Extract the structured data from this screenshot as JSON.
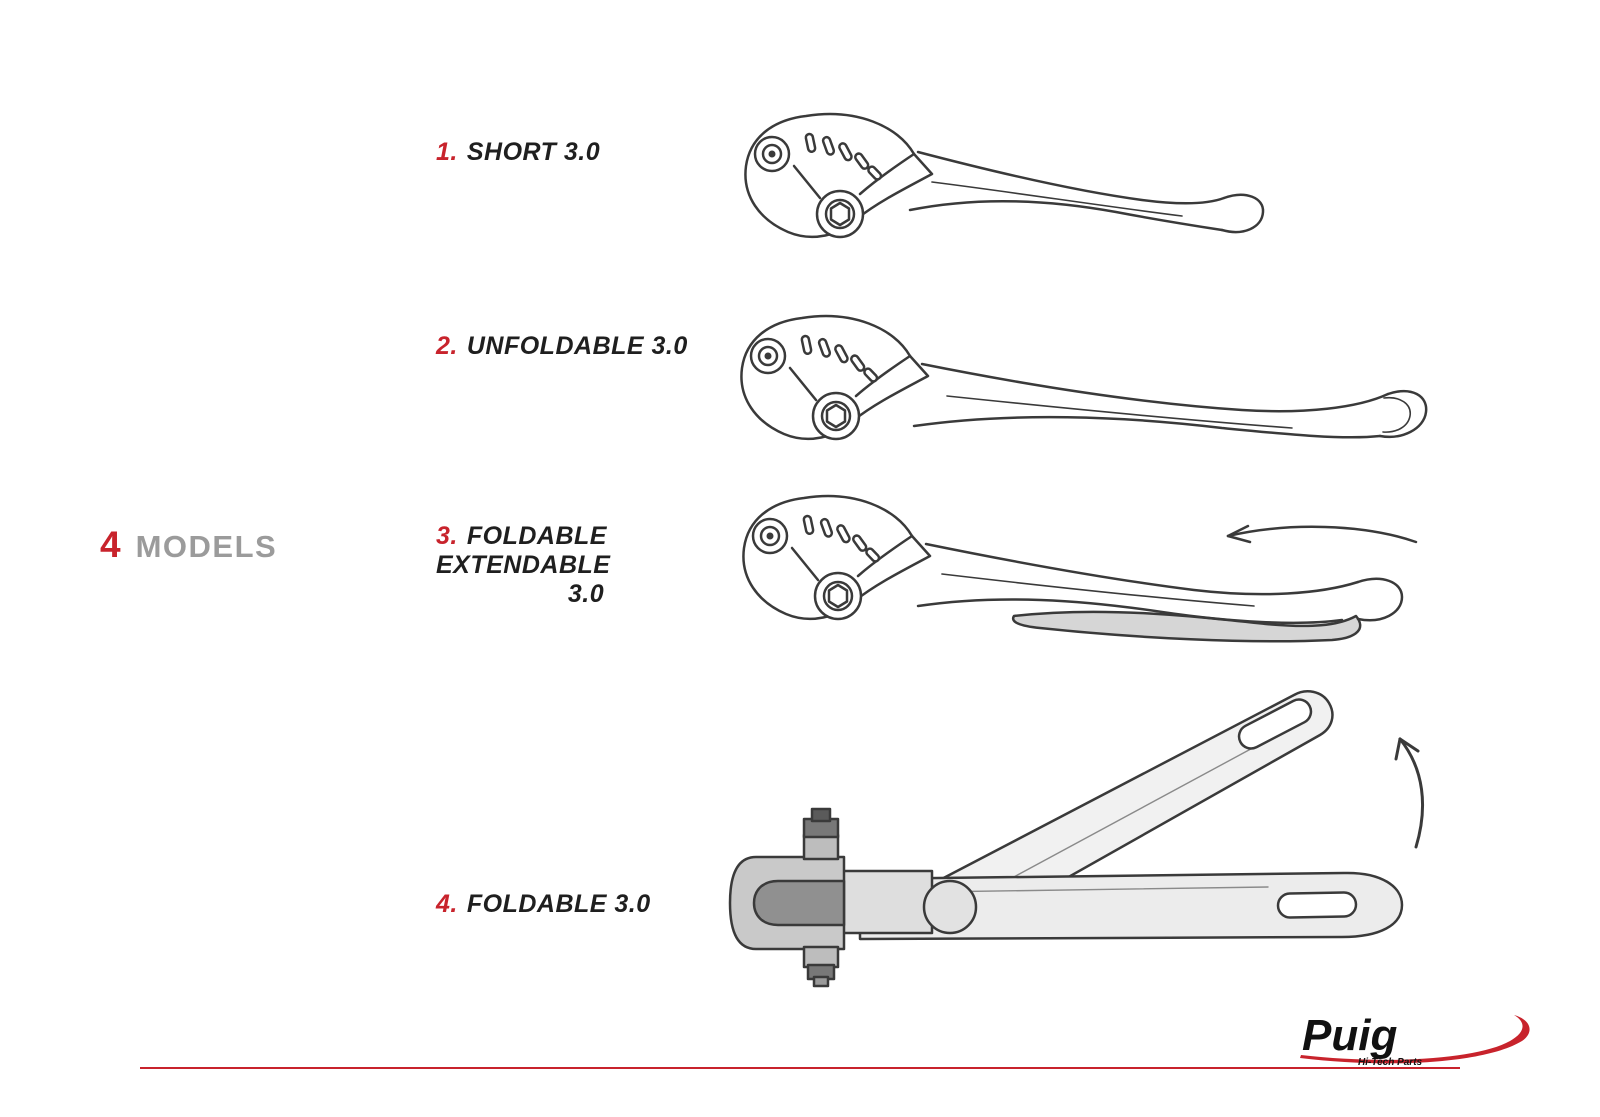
{
  "colors": {
    "red": "#c8232c",
    "gray": "#9b9b9b",
    "ink": "#3a3a3a"
  },
  "heading": {
    "count": "4",
    "label": "MODELS"
  },
  "models": [
    {
      "number": "1.",
      "name": "SHORT 3.0"
    },
    {
      "number": "2.",
      "name": "UNFOLDABLE 3.0"
    },
    {
      "number": "3.",
      "name": "FOLDABLE EXTENDABLE",
      "name_line2": "3.0"
    },
    {
      "number": "4.",
      "name": "FOLDABLE 3.0"
    }
  ],
  "logo": {
    "brand": "Puig",
    "tagline": "Hi-Tech Parts"
  }
}
